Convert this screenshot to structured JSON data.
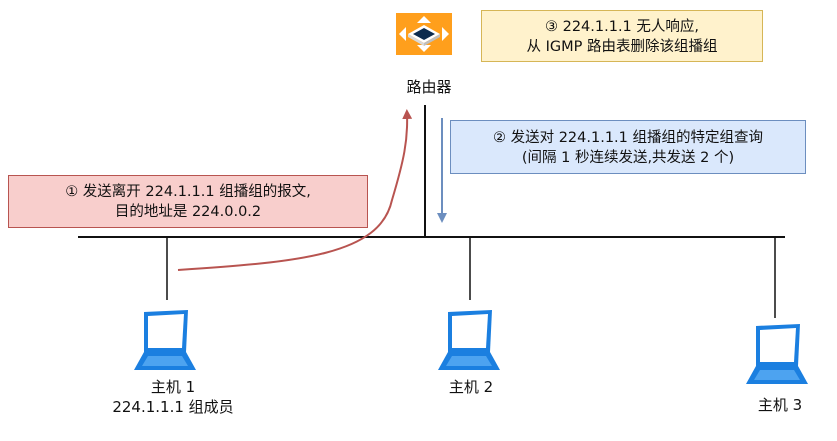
{
  "router": {
    "label": "路由器",
    "icon": "router-icon"
  },
  "notes": {
    "no_response": {
      "line1": "③ 224.1.1.1 无人响应,",
      "line2": "从 IGMP 路由表删除该组播组"
    },
    "query": {
      "line1": "② 发送对 224.1.1.1 组播组的特定组查询",
      "line2": "(间隔 1 秒连续发送,共发送 2 个)"
    },
    "leave": {
      "line1": "① 发送离开 224.1.1.1 组播组的报文,",
      "line2": "目的地址是 224.0.0.2"
    }
  },
  "hosts": [
    {
      "name": "主机 1",
      "ip": "224.1.1.1 组成员",
      "icon": "computer-icon"
    },
    {
      "name": "主机 2",
      "icon": "computer-icon"
    },
    {
      "name": "主机 3",
      "icon": "computer-icon"
    }
  ],
  "colors": {
    "leave_arrow": "#b85450",
    "query_arrow": "#6c8ebf",
    "monitor": "#1b7fe0"
  }
}
